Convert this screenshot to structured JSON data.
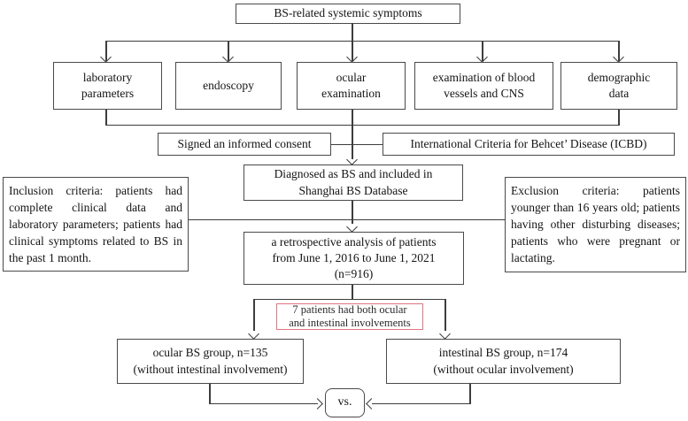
{
  "title": "BS patient selection flowchart",
  "colors": {
    "background": "#ffffff",
    "line": "#3d3d3d",
    "box_border": "#4a4a4a",
    "text": "#141414",
    "note_border": "#e0737f"
  },
  "nodes": {
    "top": "BS-related systemic symptoms",
    "laboratory": "laboratory\nparameters",
    "endoscopy": "endoscopy",
    "ocular_exam": "ocular\nexamination",
    "vessels_cns": "examination of blood\nvessels and CNS",
    "demographic": "demographic\ndata",
    "consent": "Signed an informed consent",
    "icbd": "International Criteria for Behcet’ Disease (ICBD)",
    "diagnosed": "Diagnosed as BS and included in\nShanghai BS Database",
    "inclusion": "Inclusion criteria: patients had complete clinical data and laboratory parameters; patients had clinical symptoms related to BS in the past 1 month.",
    "exclusion": "Exclusion criteria: patients younger than 16 years old; patients having other disturbing diseases; patients who were pregnant or lactating.",
    "retrospective": "a retrospective analysis of patients\nfrom June 1, 2016 to June 1, 2021\n(n=916)",
    "overlap_note": "7 patients had both ocular\nand intestinal involvements",
    "ocular_group": "ocular BS group, n=135\n(without intestinal involvement)",
    "intestinal_group": "intestinal BS group, n=174\n(without ocular involvement)",
    "versus": "vs."
  }
}
